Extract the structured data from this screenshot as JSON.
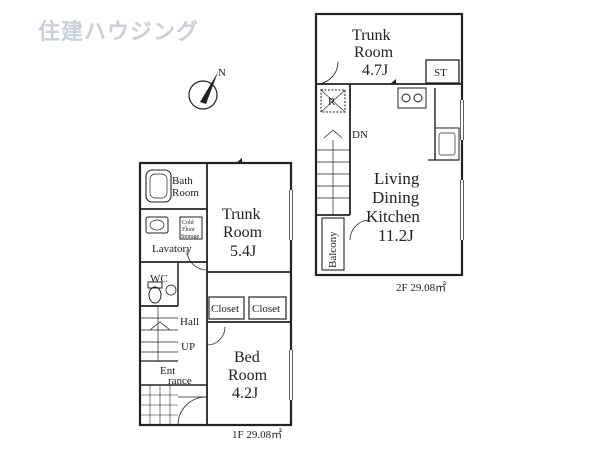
{
  "watermark": "住建ハウジング",
  "compass_letter": "N",
  "floor1": {
    "area_label": "1F 29.08㎡",
    "rooms": {
      "bath_1": "Bath",
      "bath_2": "Room",
      "toilet": "WC",
      "lavatory": "Lavatory",
      "hall": "Hall",
      "up": "UP",
      "entrance_1": "Ent",
      "entrance_2": "rance",
      "trunk_1": "Trunk",
      "trunk_2": "Room",
      "trunk_size": "5.4J",
      "closet_a": "Closet",
      "closet_b": "Closet",
      "bed_1": "Bed",
      "bed_2": "Room",
      "bed_size": "4.2J",
      "washer_1": "Cold",
      "washer_2": "Floor",
      "washer_3": "Storage"
    }
  },
  "floor2": {
    "area_label": "2F 29.08㎡",
    "rooms": {
      "trunk_1": "Trunk",
      "trunk_2": "Room",
      "trunk_size": "4.7J",
      "storage": "ST",
      "refrigerator": "R",
      "down": "DN",
      "ldk_1": "Living",
      "ldk_2": "Dining",
      "ldk_3": "Kitchen",
      "ldk_size": "11.2J",
      "balcony": "Balcony"
    }
  }
}
